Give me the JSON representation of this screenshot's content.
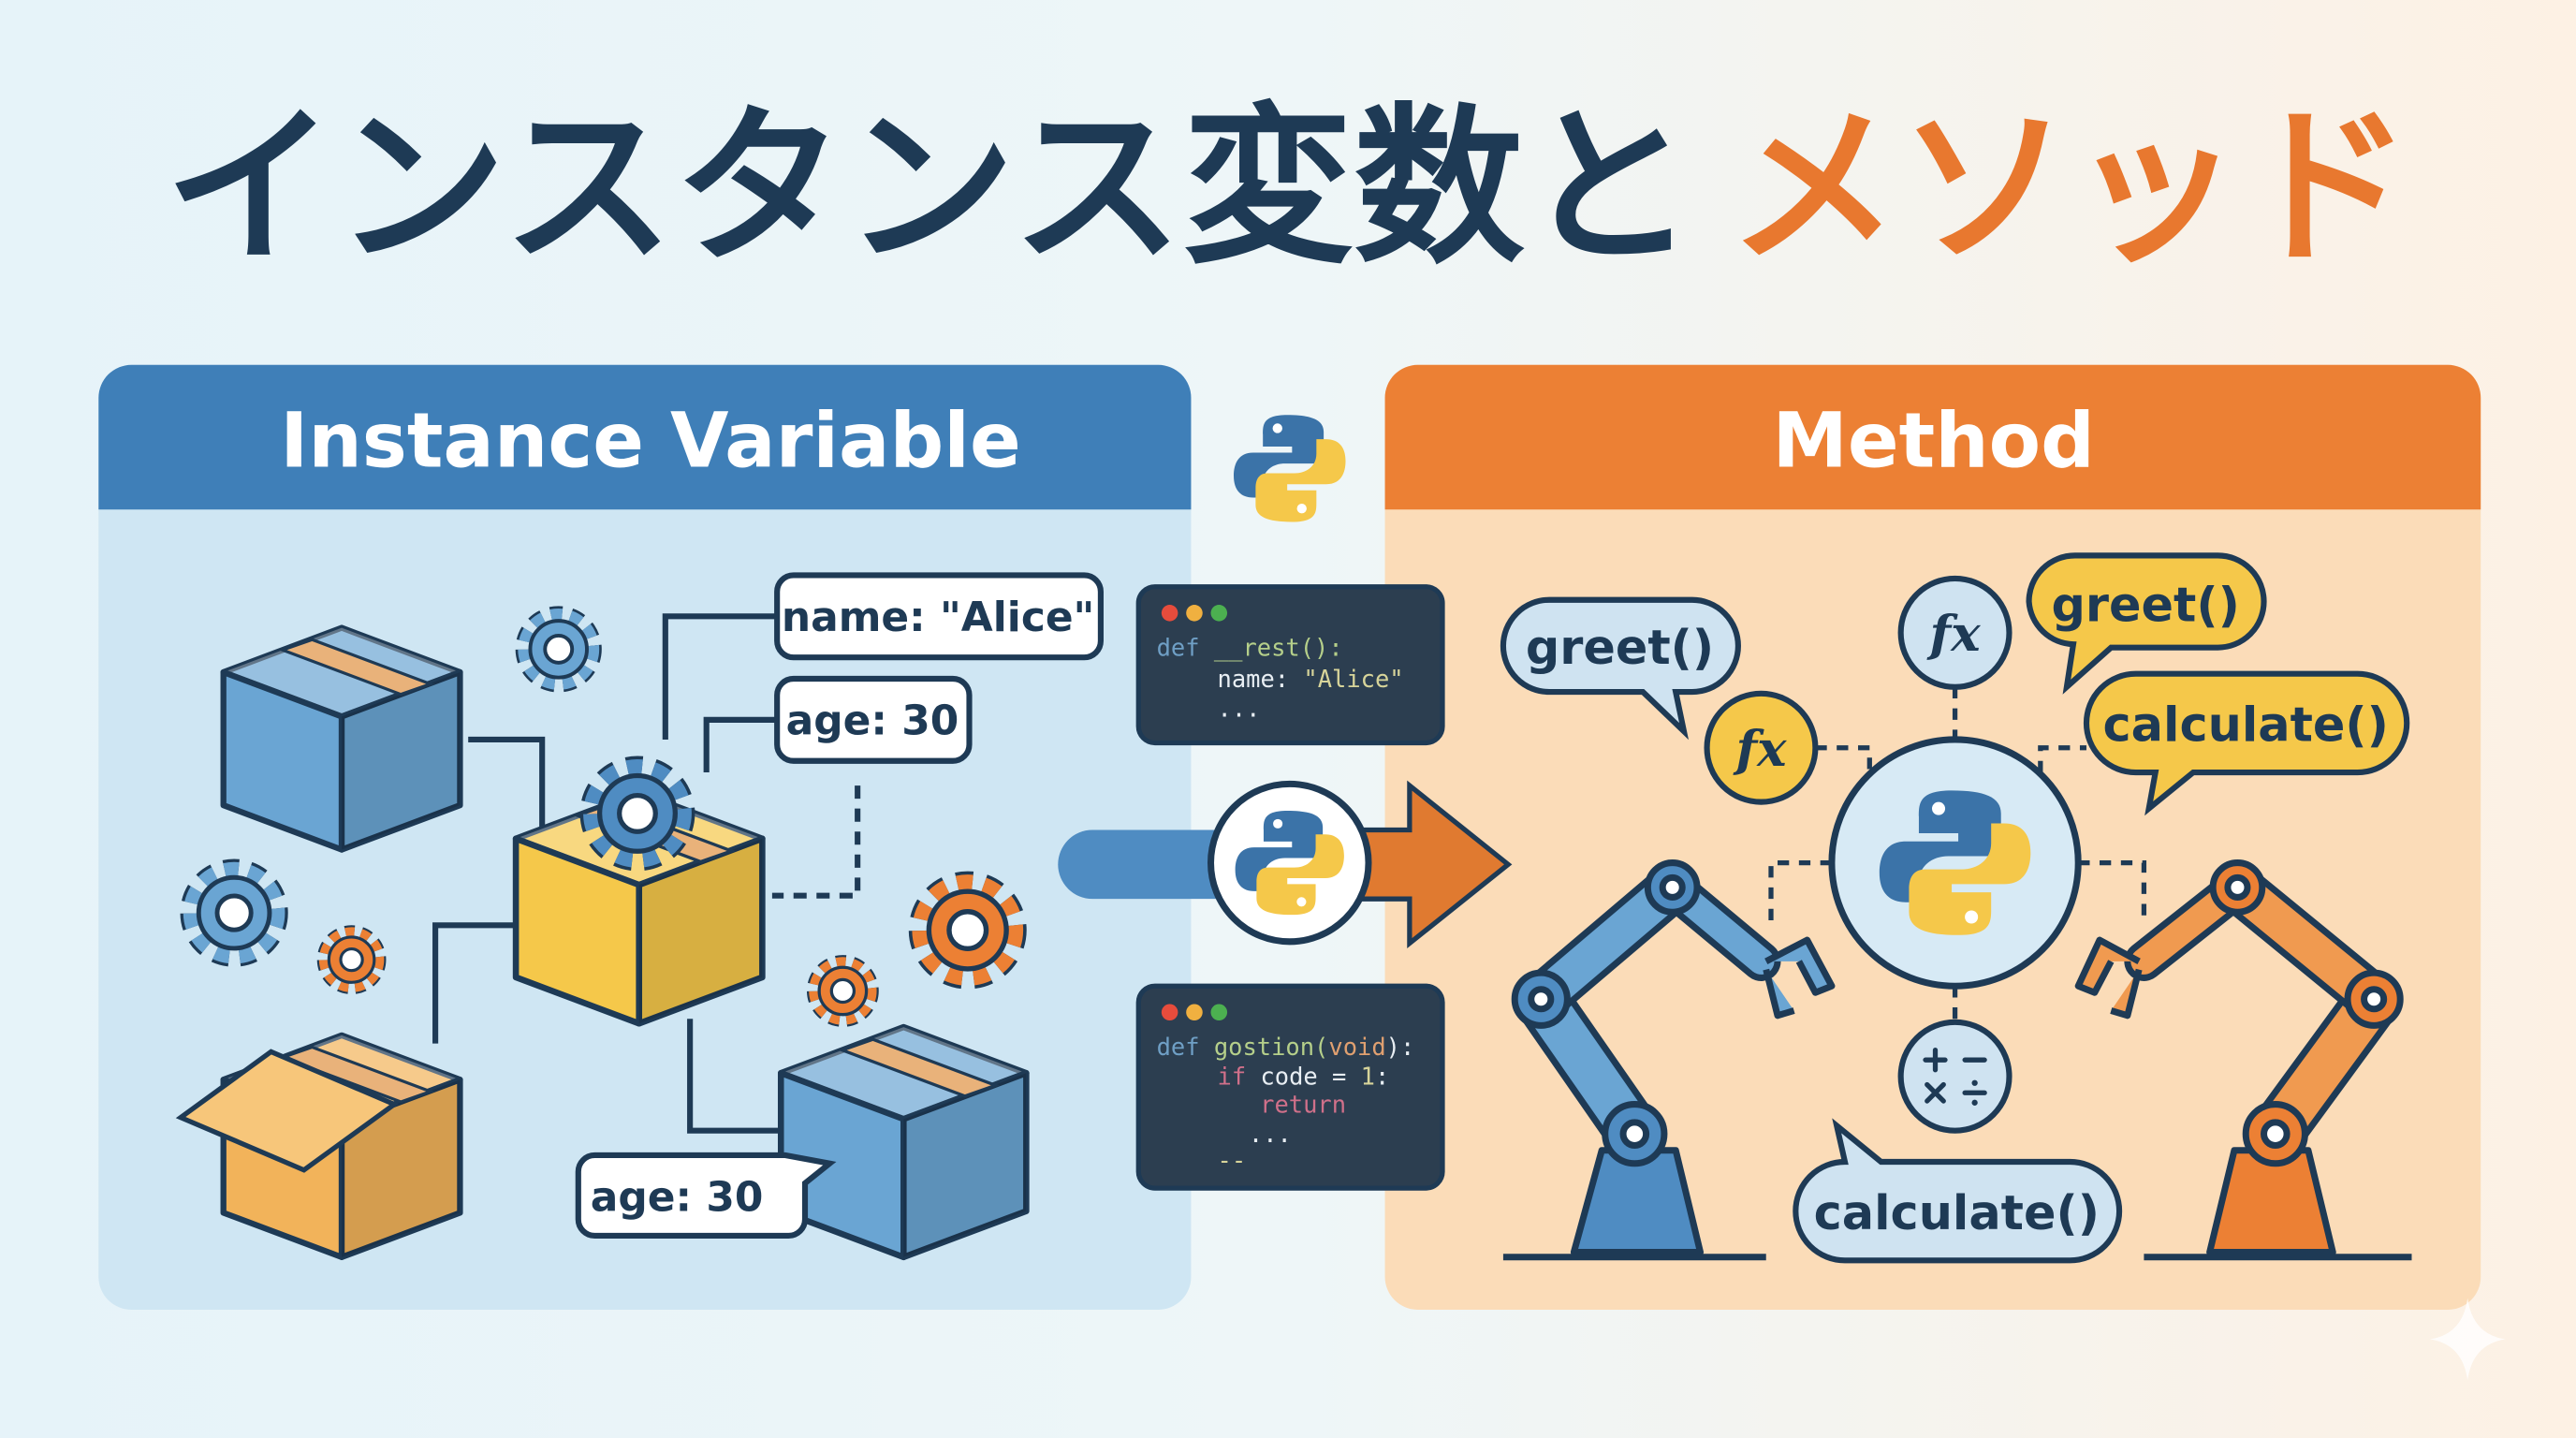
{
  "title": {
    "part1": "インスタンス変数と",
    "part2": "メソッド"
  },
  "colors": {
    "navy": "#1e3a55",
    "blue": "#3f7fb8",
    "orange": "#ec8034",
    "yellow": "#f5c84a"
  },
  "left_panel": {
    "header": "Instance Variable",
    "bubbles": [
      "name: \"Alice\"",
      "age: 30",
      "age: 30"
    ]
  },
  "right_panel": {
    "header": "Method",
    "bubbles": [
      "greet()",
      "greet()",
      "calculate()",
      "calculate()"
    ],
    "fx_label": "fx",
    "math_symbols": "+−\n×÷"
  },
  "code_top": {
    "line1_kw": "def",
    "line1_fn": "__rest():",
    "line2_key": "name:",
    "line2_val": "\"Alice\"",
    "line3": "..."
  },
  "code_bottom": {
    "line1_kw": "def",
    "line1_fn": "gostion(",
    "line1_arg": "void",
    "line1_end": "):",
    "line2_kw": "if",
    "line2_rest": "code = ",
    "line2_num": "1",
    "line2_end": ":",
    "line3": "return",
    "line4": "...",
    "line5": "--"
  }
}
